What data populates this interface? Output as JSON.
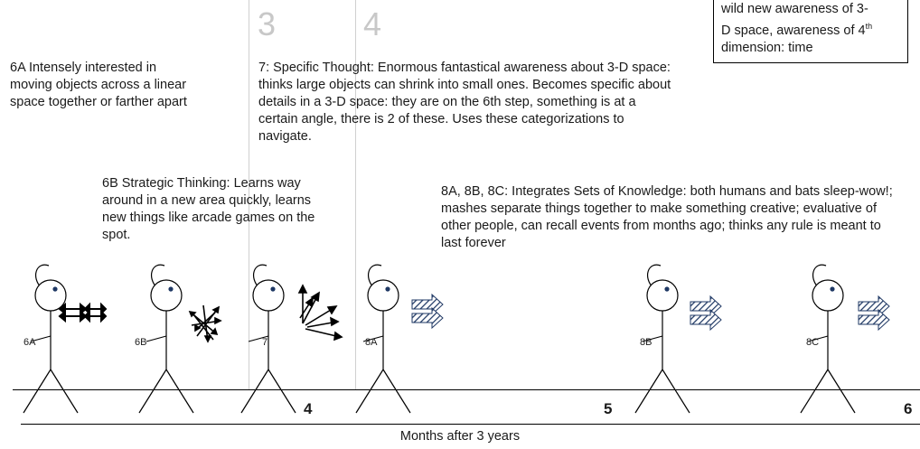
{
  "box": {
    "line1": "wild new awareness of 3-",
    "line2": "D space, awareness of 4",
    "sup": "th",
    "line3": "dimension: time"
  },
  "stages": {
    "s3": "3",
    "s4": "4"
  },
  "notes": {
    "n6A": "6A Intensely interested in moving objects across a linear space together or farther apart",
    "n7": "7: Specific Thought: Enormous fantastical awareness about 3-D space: thinks large objects can shrink into small ones. Becomes specific about details in a 3-D space: they are on the 6th step, something is at a certain angle, there is 2 of these. Uses these categorizations to navigate.",
    "n6B": "6B Strategic Thinking: Learns way around in a new area quickly, learns new things like arcade games on the spot.",
    "n8": "8A, 8B, 8C: Integrates Sets of Knowledge: both humans and bats sleep-wow!; mashes separate things together to make something creative; evaluative of other people, can recall events from months ago; thinks any rule is meant to last forever"
  },
  "figures": [
    "6A",
    "6B",
    "7",
    "8A",
    "8B",
    "8C"
  ],
  "axis": {
    "ticks": [
      "4",
      "5",
      "6"
    ],
    "label": "Months after 3 years"
  }
}
